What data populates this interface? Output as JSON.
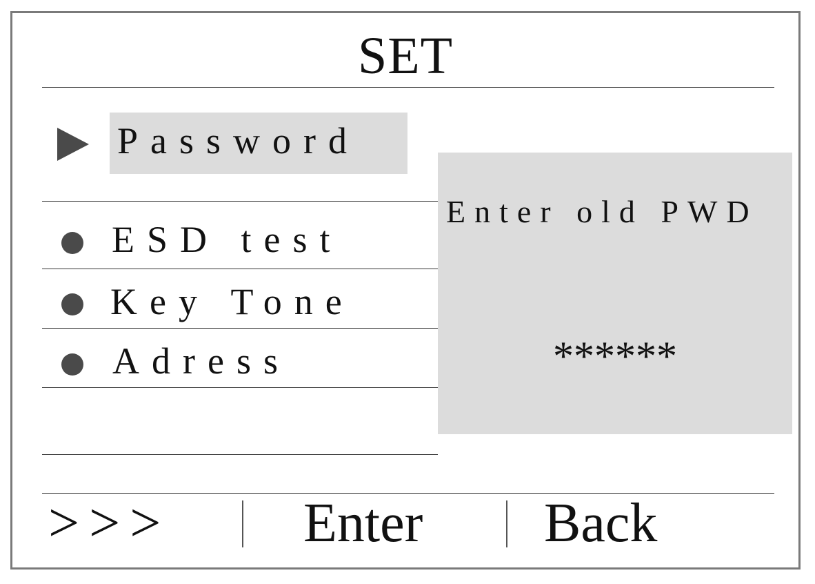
{
  "header": {
    "title": "SET"
  },
  "menu": {
    "items": [
      {
        "label": "Password",
        "marker": "play-arrow-icon",
        "selected": true
      },
      {
        "label": "ESD test",
        "marker": "bullet-icon",
        "selected": false
      },
      {
        "label": "Key Tone",
        "marker": "bullet-icon",
        "selected": false
      },
      {
        "label": "Adress",
        "marker": "bullet-icon",
        "selected": false
      }
    ]
  },
  "dialog": {
    "prompt": "Enter old PWD",
    "value": "******"
  },
  "footer": {
    "more": ">>>",
    "enter": "Enter",
    "back": "Back"
  },
  "colors": {
    "background": "#ffffff",
    "highlight": "#dcdcdc",
    "frame": "#7a7a7a",
    "marker": "#4a4a4a",
    "text": "#111111"
  }
}
